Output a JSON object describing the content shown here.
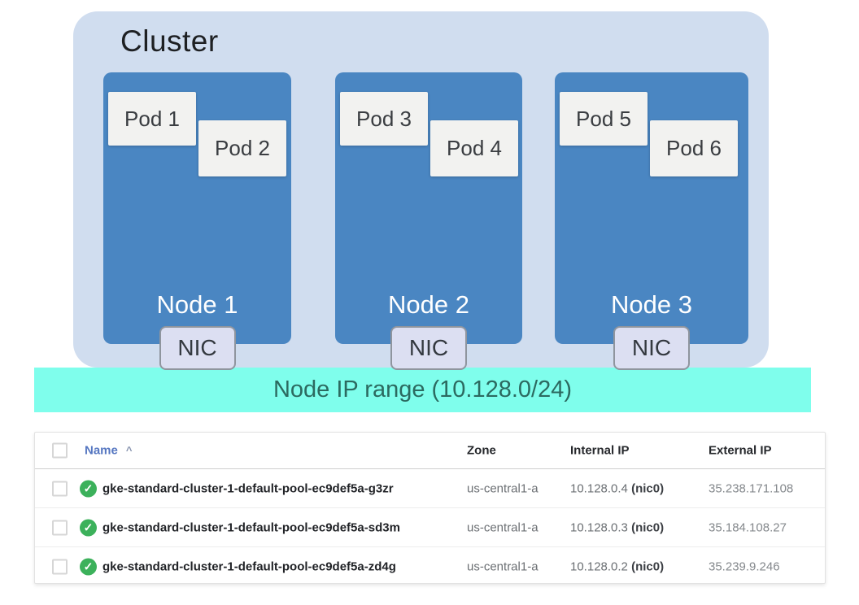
{
  "diagram": {
    "cluster_label": "Cluster",
    "ip_range_label": "Node IP range (10.128.0/24)",
    "nodes": [
      {
        "label": "Node 1",
        "nic": "NIC",
        "pods": [
          "Pod 1",
          "Pod 2"
        ]
      },
      {
        "label": "Node 2",
        "nic": "NIC",
        "pods": [
          "Pod 3",
          "Pod 4"
        ]
      },
      {
        "label": "Node 3",
        "nic": "NIC",
        "pods": [
          "Pod 5",
          "Pod 6"
        ]
      }
    ],
    "colors": {
      "cluster_bg": "#d0ddef",
      "node_bg": "#4a86c2",
      "pod_bg": "#f2f2f0",
      "nic_bg": "#dcdff2",
      "banner_bg": "#7ffeec",
      "banner_text": "#2c6a60"
    }
  },
  "table": {
    "columns": {
      "name": "Name",
      "zone": "Zone",
      "internal_ip": "Internal IP",
      "external_ip": "External IP"
    },
    "sort_indicator": "^",
    "status_icon": "check-circle-icon",
    "check_glyph": "✓",
    "status_color": "#3cb15b",
    "sorted_column_color": "#5677c1",
    "rows": [
      {
        "name": "gke-standard-cluster-1-default-pool-ec9def5a-g3zr",
        "zone": "us-central1-a",
        "internal_ip": "10.128.0.4",
        "nic": "(nic0)",
        "external_ip": "35.238.171.108"
      },
      {
        "name": "gke-standard-cluster-1-default-pool-ec9def5a-sd3m",
        "zone": "us-central1-a",
        "internal_ip": "10.128.0.3",
        "nic": "(nic0)",
        "external_ip": "35.184.108.27"
      },
      {
        "name": "gke-standard-cluster-1-default-pool-ec9def5a-zd4g",
        "zone": "us-central1-a",
        "internal_ip": "10.128.0.2",
        "nic": "(nic0)",
        "external_ip": "35.239.9.246"
      }
    ]
  }
}
